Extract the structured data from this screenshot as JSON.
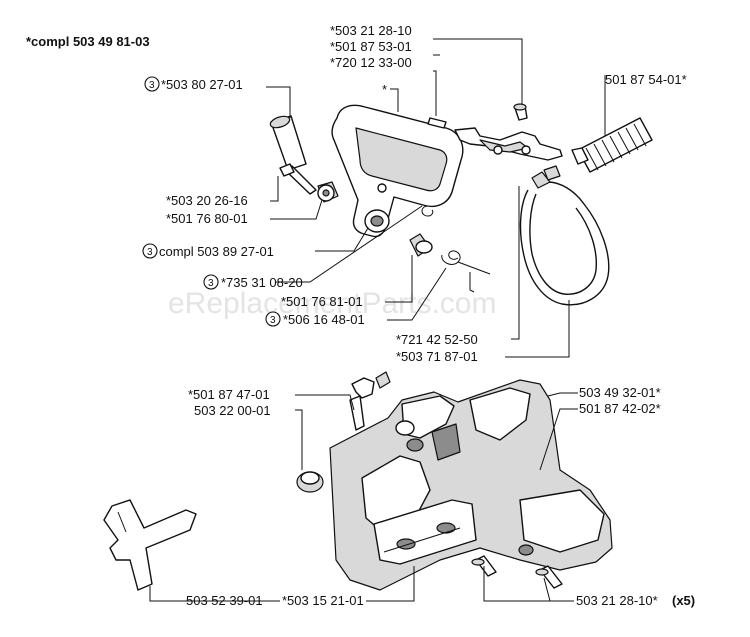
{
  "header": {
    "compl_label": "*compl 503 49 81-03"
  },
  "watermark": "eReplacementParts.com",
  "callout_marker": "3",
  "labels": {
    "handle_bushing": "*503 80 27-01",
    "handle_star": "*",
    "screw_a": "*503 21 28-10",
    "screw_b": "*501 87 53-01",
    "pin": "*720 12 33-00",
    "spring_right": "501 87 54-01*",
    "screw_20": "*503 20 26-16",
    "nut_80": "*501 76 80-01",
    "compl_handle": "compl 503 89 27-01",
    "spring_735": "*735 31 08-20",
    "nut_81": "*501 76 81-01",
    "washer_506": "*506 16 48-01",
    "band_721": "*721 42 52-50",
    "band_503": "*503 71 87-01",
    "clip_47": "*501 87 47-01",
    "nut_22": "503 22 00-01",
    "cover_32": "503 49 32-01*",
    "cover_42": "501 87 42-02*",
    "tool_52": "503 52 39-01",
    "plate_15": "*503 15 21-01",
    "screw_x5": "503 21 28-10*",
    "x5": "(x5)"
  }
}
